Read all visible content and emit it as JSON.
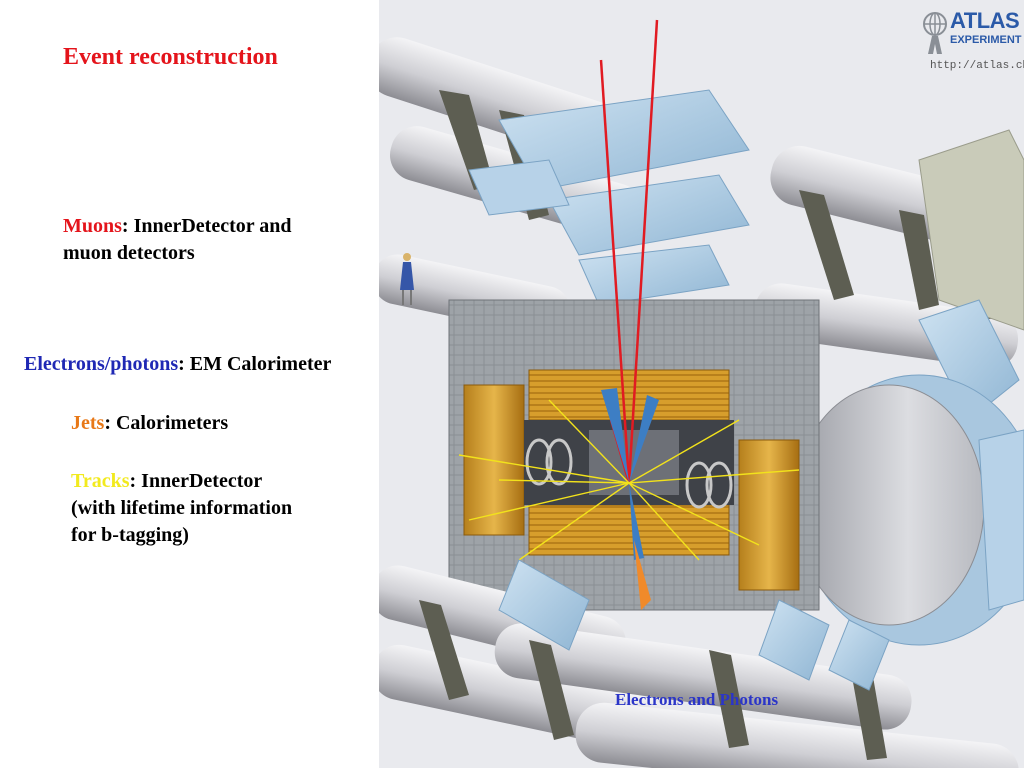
{
  "slide": {
    "title": "Event reconstruction",
    "items": [
      {
        "term": "Muons",
        "rest": ": InnerDetector and",
        "rest2": "muon detectors"
      },
      {
        "term": "Electrons/photons",
        "rest": ": EM Calorimeter"
      },
      {
        "term": "Jets",
        "rest": ": Calorimeters"
      },
      {
        "term": "Tracks",
        "rest": ": InnerDetector",
        "rest2": "(with lifetime information",
        "rest3": "for b-tagging)"
      }
    ]
  },
  "figure": {
    "logo_word1": "ATLAS",
    "logo_word2": "EXPERIMENT",
    "logo_url": "http://atlas.ch",
    "caption": "Electrons and Photons"
  },
  "colors": {
    "title": "#e4141b",
    "muons": "#e4141b",
    "electrons": "#1f28b4",
    "jets": "#e87817",
    "tracks": "#f2ea1e"
  }
}
